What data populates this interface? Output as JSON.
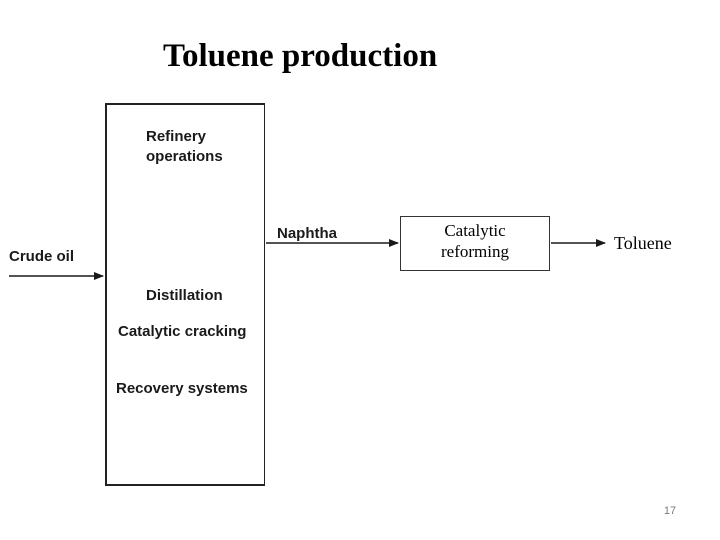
{
  "slide": {
    "title": "Toluene production",
    "page_number": "17"
  },
  "diagram": {
    "refinery_box": {
      "operations_line1": "Refinery",
      "operations_line2": "operations",
      "steps": [
        "Distillation",
        "Catalytic cracking",
        "Recovery systems"
      ]
    },
    "input_label": "Crude oil",
    "stream_label": "Naphtha",
    "process_box": {
      "line1": "Catalytic",
      "line2": "reforming"
    },
    "output_label": "Toluene"
  },
  "colors": {
    "ink": "#1a1a1a",
    "background": "#ffffff",
    "page_number": "#7a7a7a"
  }
}
